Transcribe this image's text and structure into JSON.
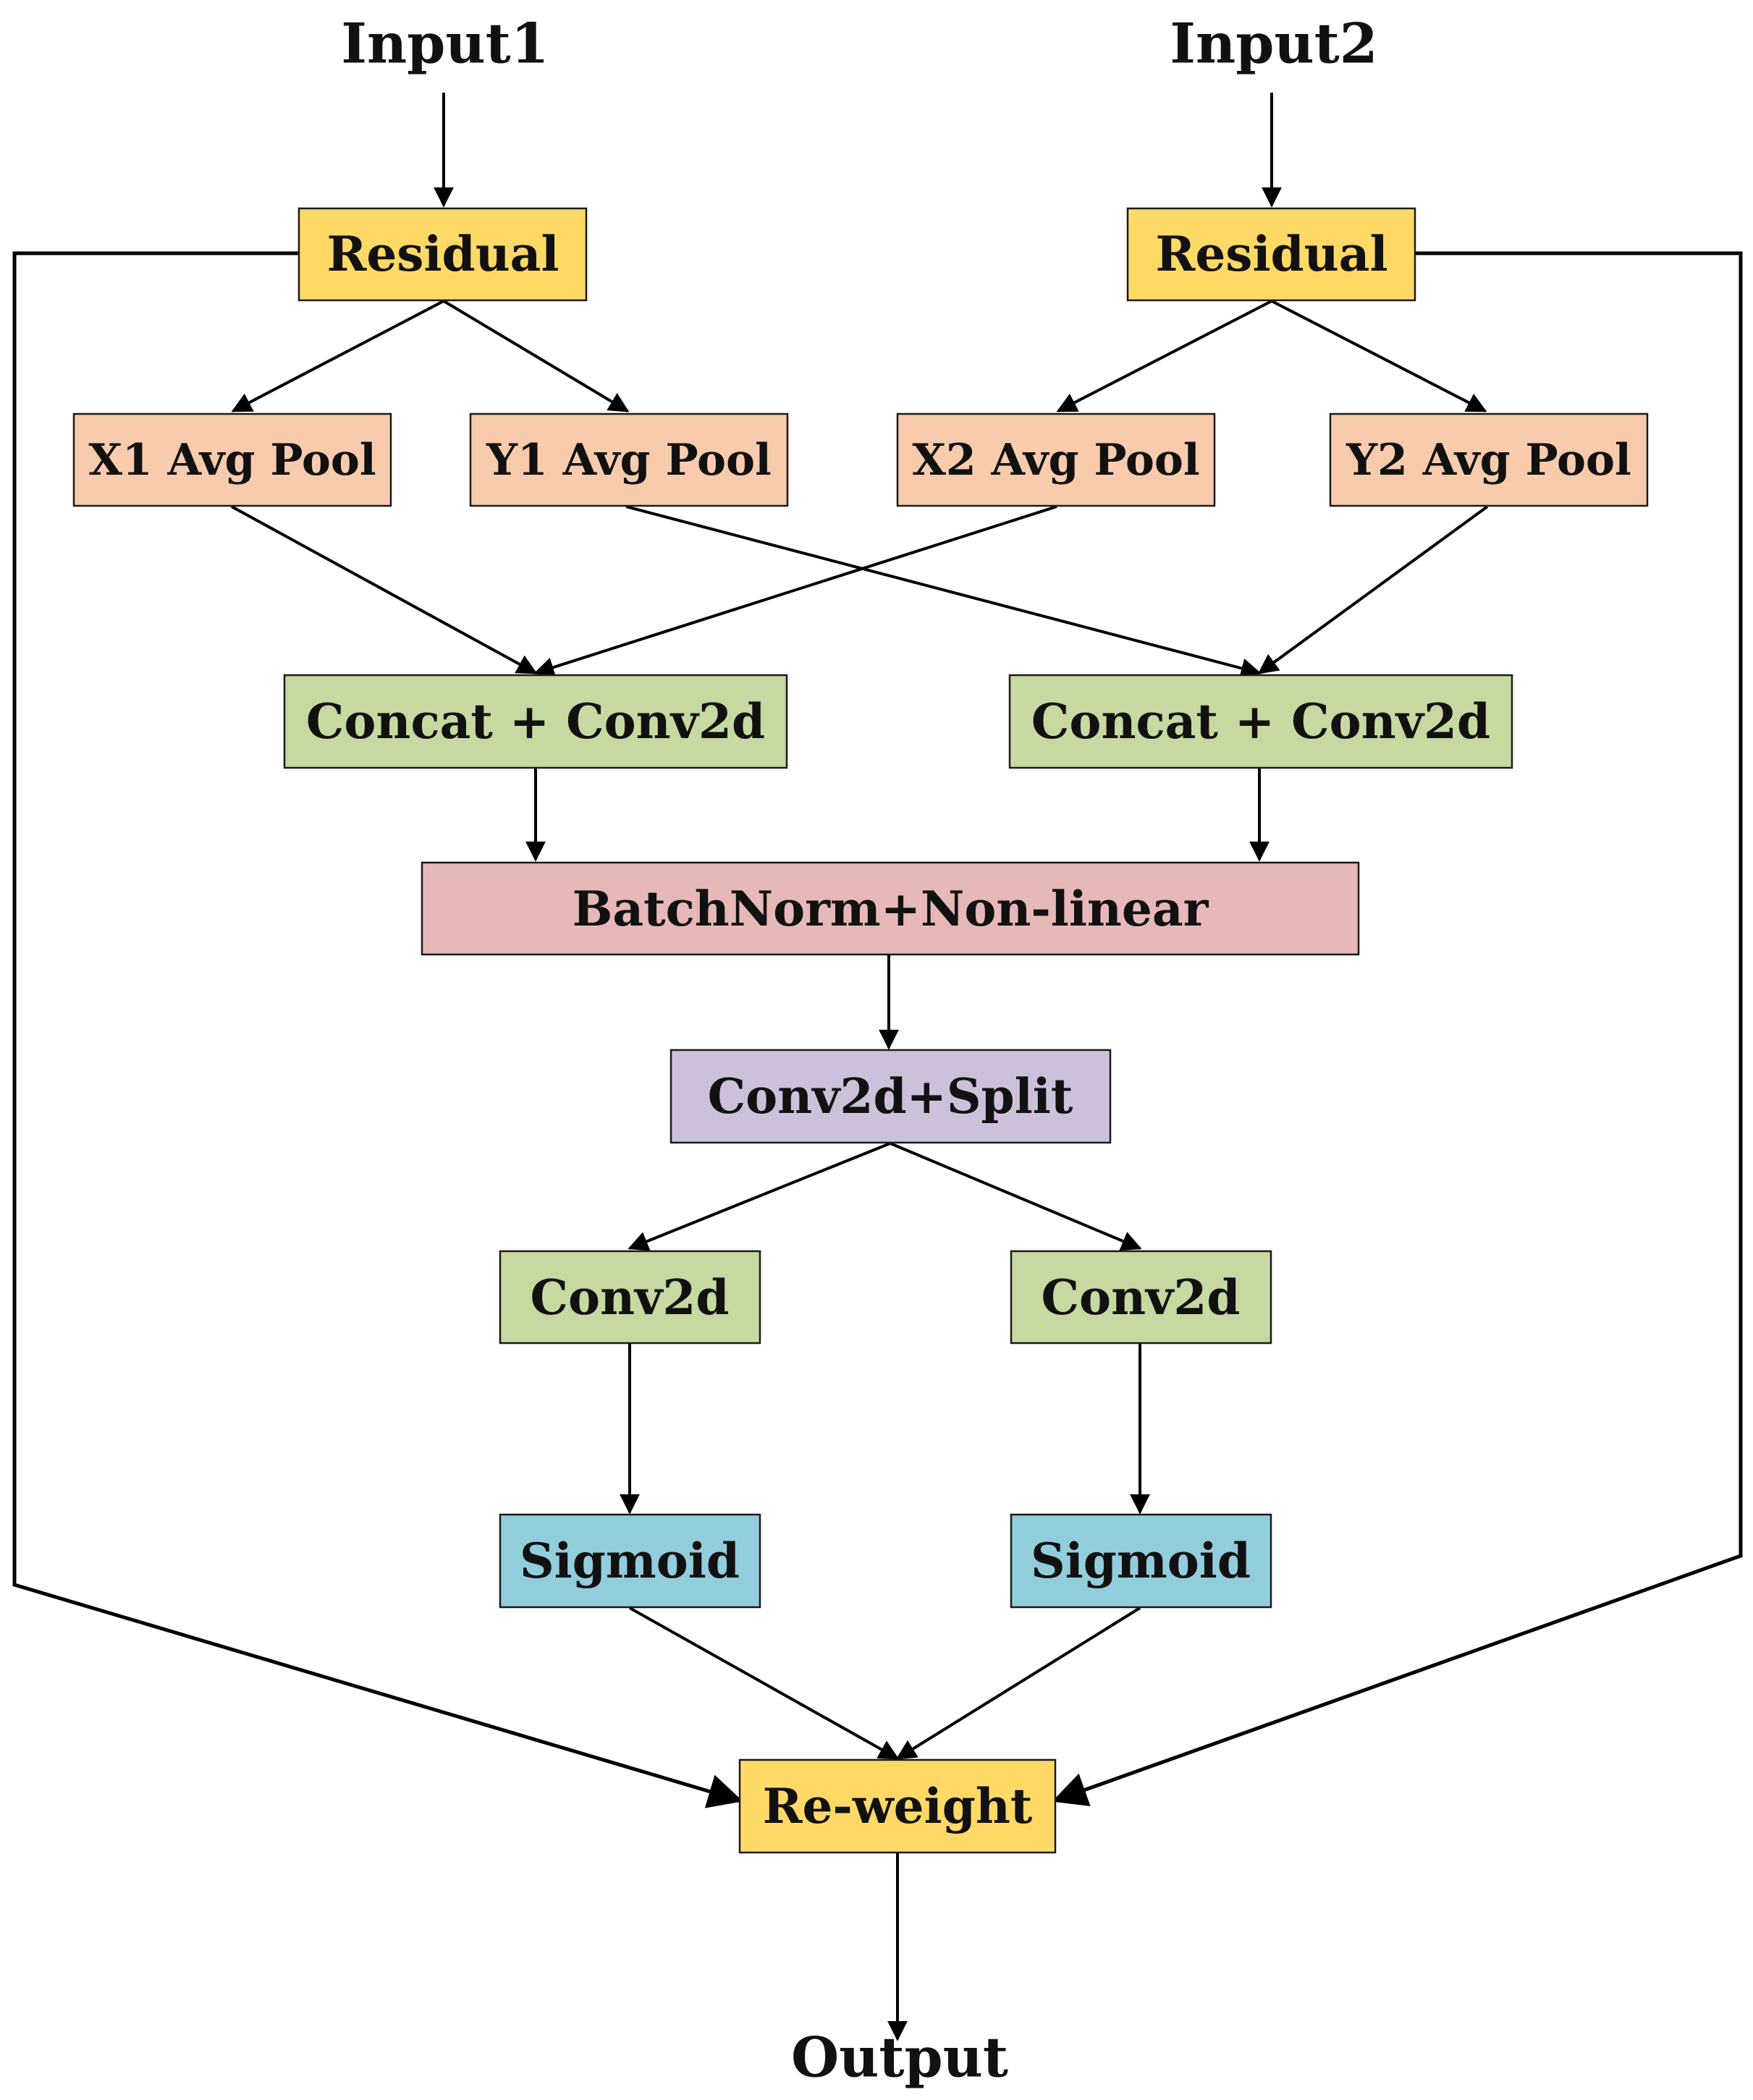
{
  "inputs": {
    "input1": "Input1",
    "input2": "Input2"
  },
  "output": "Output",
  "nodes": {
    "residual1": "Residual",
    "residual2": "Residual",
    "x1_pool": "X1 Avg Pool",
    "y1_pool": "Y1 Avg Pool",
    "x2_pool": "X2 Avg Pool",
    "y2_pool": "Y2 Avg Pool",
    "concat1": "Concat + Conv2d",
    "concat2": "Concat + Conv2d",
    "batchnorm": "BatchNorm+Non-linear",
    "conv_split": "Conv2d+Split",
    "conv1": "Conv2d",
    "conv2": "Conv2d",
    "sigmoid1": "Sigmoid",
    "sigmoid2": "Sigmoid",
    "reweight": "Re-weight"
  },
  "colors": {
    "residual": "#ffd966",
    "pool": "#f8cbad",
    "conv": "#c5d9a0",
    "batchnorm": "#e6b8b7",
    "conv_split": "#ccc0da",
    "sigmoid": "#92cddc",
    "reweight": "#ffd966"
  }
}
